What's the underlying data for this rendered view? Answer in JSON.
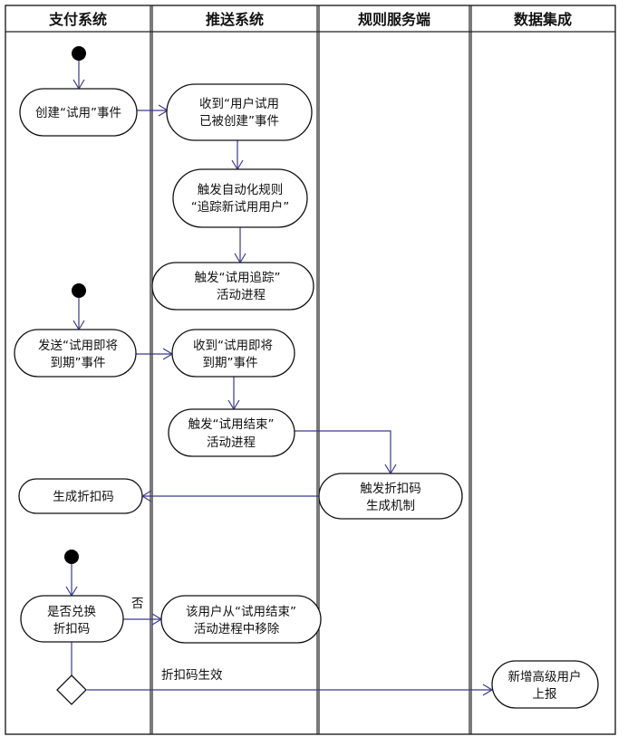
{
  "lanes": [
    {
      "id": "payment",
      "title": "支付系统"
    },
    {
      "id": "push",
      "title": "推送系统"
    },
    {
      "id": "rules",
      "title": "规则服务端"
    },
    {
      "id": "data",
      "title": "数据集成"
    }
  ],
  "nodes": [
    {
      "id": "create_trial",
      "lines": [
        "创建“试用”事件"
      ]
    },
    {
      "id": "recv_created",
      "lines": [
        "收到“用户试用",
        "已被创建”事件"
      ]
    },
    {
      "id": "trigger_rule",
      "lines": [
        "触发自动化规则",
        "“追踪新试用用户”"
      ]
    },
    {
      "id": "trigger_track",
      "lines": [
        "触发“试用追踪”",
        "活动进程"
      ]
    },
    {
      "id": "send_expiring",
      "lines": [
        "发送“试用即将",
        "到期”事件"
      ]
    },
    {
      "id": "recv_expiring",
      "lines": [
        "收到“试用即将",
        "到期”事件"
      ]
    },
    {
      "id": "trigger_end",
      "lines": [
        "触发“试用结束”",
        "活动进程"
      ]
    },
    {
      "id": "gen_mechanism",
      "lines": [
        "触发折扣码",
        "生成机制"
      ]
    },
    {
      "id": "gen_code",
      "lines": [
        "生成折扣码"
      ]
    },
    {
      "id": "redeem_check",
      "lines": [
        "是否兑换",
        "折扣码"
      ]
    },
    {
      "id": "remove_user",
      "lines": [
        "该用户从“试用结束”",
        "活动进程中移除"
      ]
    },
    {
      "id": "report_user",
      "lines": [
        "新增高级用户",
        "上报"
      ]
    }
  ],
  "edge_labels": {
    "no": "否",
    "code_effective": "折扣码生效"
  }
}
